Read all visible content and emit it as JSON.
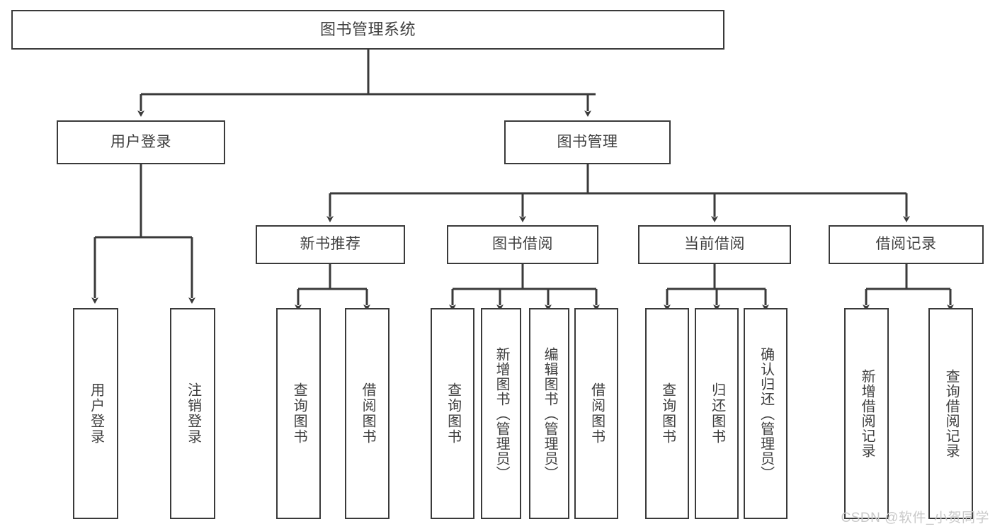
{
  "diagram": {
    "title": "图书管理系统",
    "type": "tree-hierarchy",
    "watermark": "CSDN @软件_小贺同学",
    "colors": {
      "box_border": "#3a3a3a",
      "box_fill": "#ffffff",
      "text": "#3f3f3f",
      "connector": "#3a3a3a",
      "watermark": "#c9c9c9",
      "canvas": "#ffffff"
    }
  },
  "root": {
    "label": "图书管理系统"
  },
  "level1": [
    {
      "label": "用户登录"
    },
    {
      "label": "图书管理"
    }
  ],
  "level2": [
    {
      "label": "新书推荐"
    },
    {
      "label": "图书借阅"
    },
    {
      "label": "当前借阅"
    },
    {
      "label": "借阅记录"
    }
  ],
  "leaves": {
    "user_login": [
      {
        "label": "用户登录"
      },
      {
        "label": "注销登录"
      }
    ],
    "new_book_recommend": [
      {
        "label": "查询图书"
      },
      {
        "label": "借阅图书"
      }
    ],
    "book_borrow": [
      {
        "label": "查询图书"
      },
      {
        "label": "新增图书（管理员）"
      },
      {
        "label": "编辑图书（管理员）"
      },
      {
        "label": "借阅图书"
      }
    ],
    "current_borrow": [
      {
        "label": "查询图书"
      },
      {
        "label": "归还图书"
      },
      {
        "label": "确认归还（管理员）"
      }
    ],
    "borrow_record": [
      {
        "label": "新增借阅记录"
      },
      {
        "label": "查询借阅记录"
      }
    ]
  }
}
